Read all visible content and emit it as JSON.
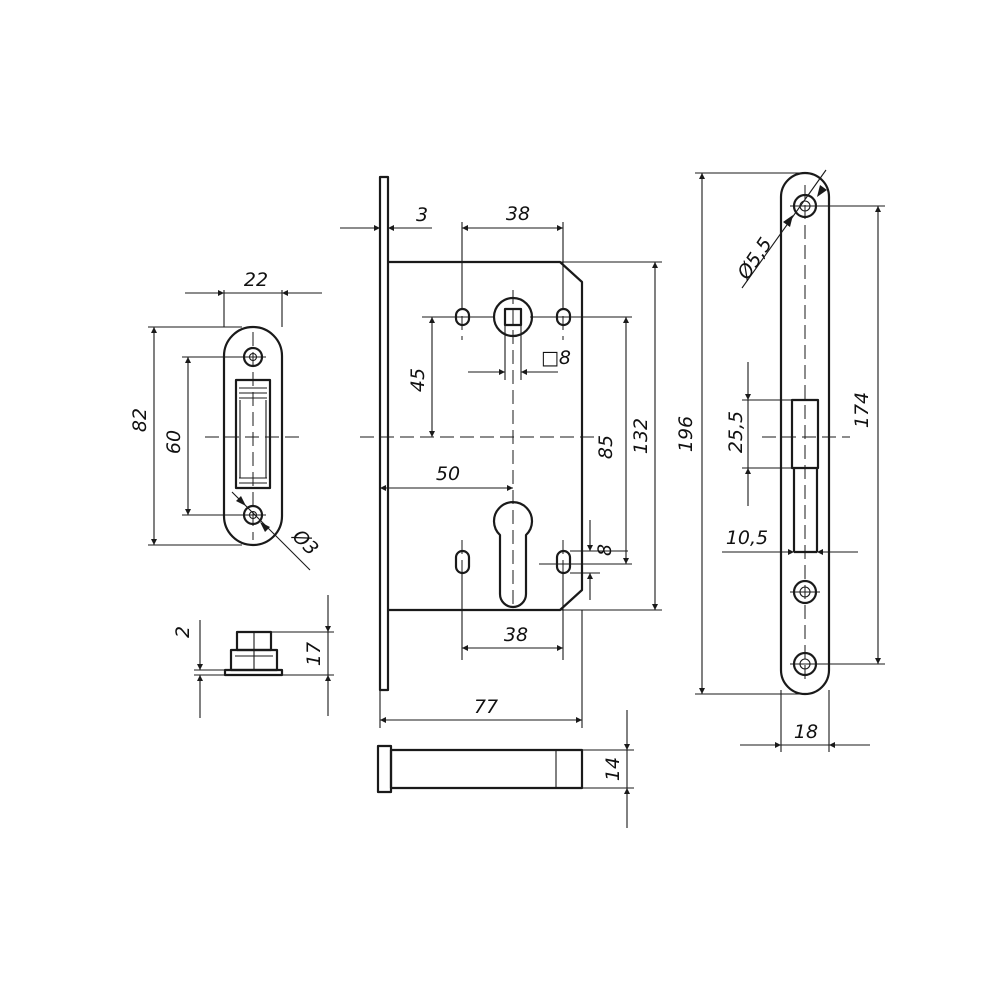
{
  "dimensions": {
    "strike_width": "22",
    "strike_height": "82",
    "strike_hole_spacing": "60",
    "strike_hole_diameter": "Ø3",
    "bolt_offset": "2",
    "bolt_height": "17",
    "faceplate_thickness": "3",
    "spindle_hole_spacing": "38",
    "spindle_square": "□8",
    "spindle_to_center": "45",
    "backset": "50",
    "center_distance": "85",
    "case_height": "132",
    "cylinder_hole_offset": "8",
    "cylinder_hole_spacing": "38",
    "case_depth": "77",
    "case_thickness": "14",
    "faceplate_height": "196",
    "faceplate_hole_diameter": "Ø5,5",
    "faceplate_hole_spacing": "174",
    "latch_window_height": "25,5",
    "latch_window_width": "10,5",
    "faceplate_width": "18"
  },
  "colors": {
    "line": "#1a1a1a",
    "background": "#ffffff"
  }
}
